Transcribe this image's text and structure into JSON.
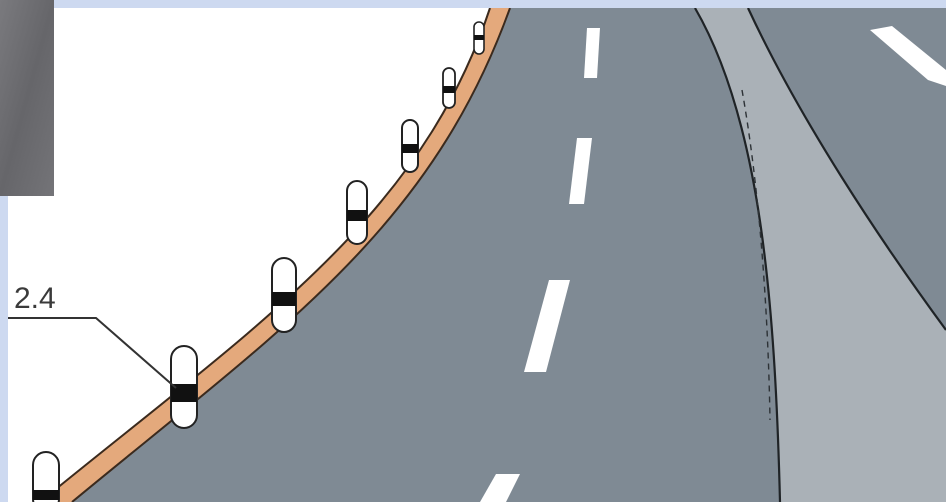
{
  "diagram": {
    "callout": {
      "label": "2.4"
    },
    "colors": {
      "frame": "#cdd9f0",
      "asphalt": "#7f8a94",
      "shoulder": "#e4a97c",
      "island": "#aab1b7",
      "lane_marking": "#ffffff",
      "post_band": "#111111",
      "inset_photo": "#6f6f73"
    },
    "elements": [
      "roadside-delineator-posts",
      "road-shoulder",
      "dashed-center-line",
      "gore-area",
      "photo-inset"
    ]
  }
}
